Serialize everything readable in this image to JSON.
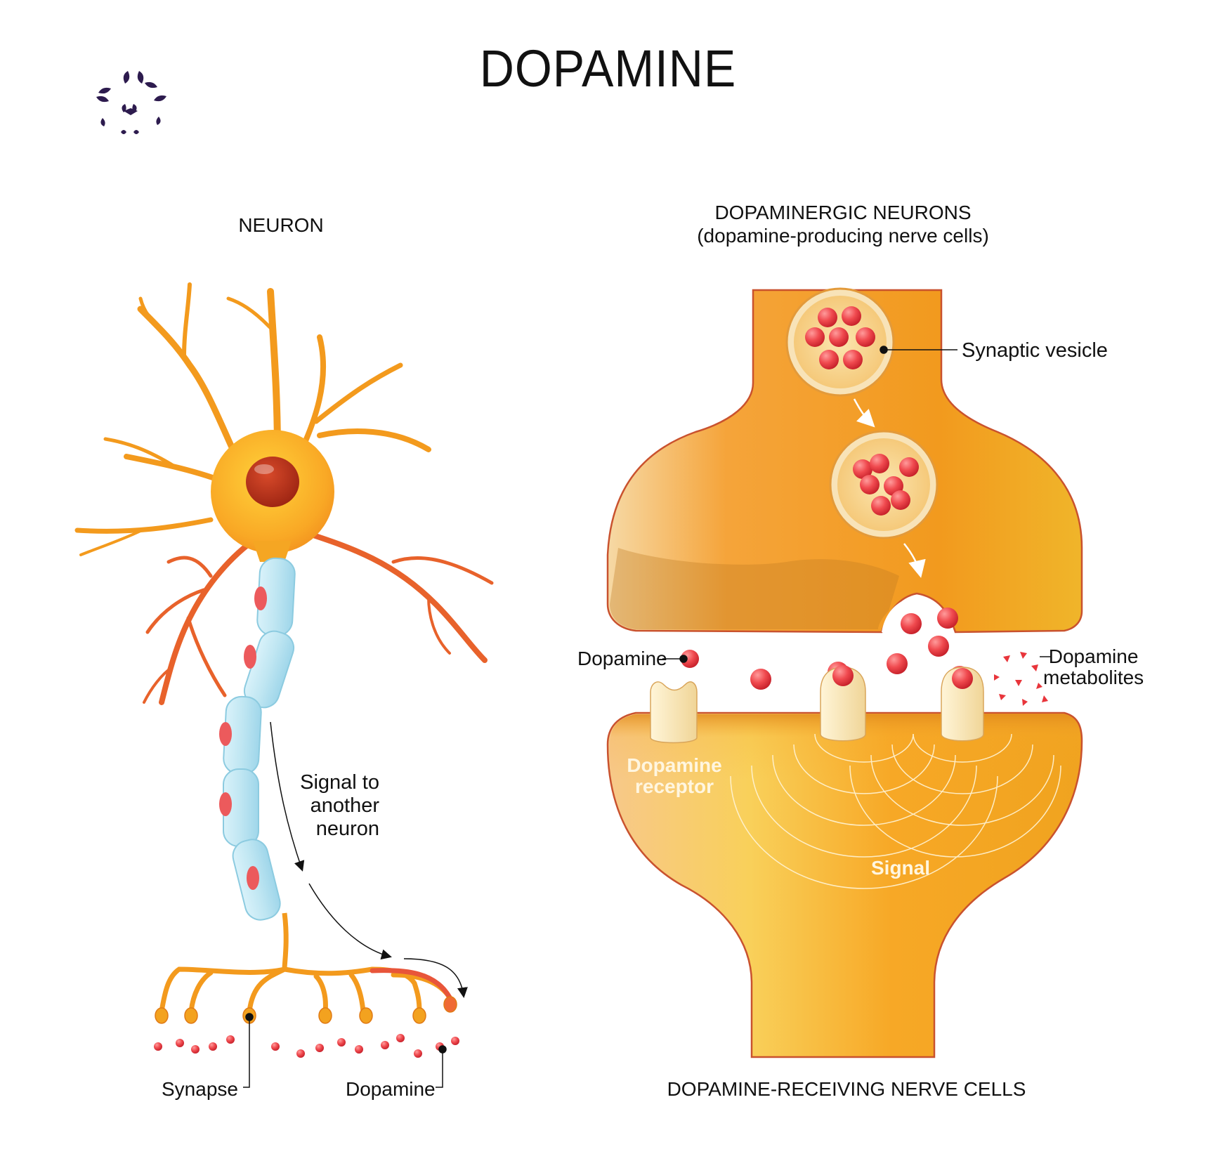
{
  "title": "DOPAMINE",
  "neuron": {
    "heading": "NEURON",
    "signal_label": "Signal to\nanother\nneuron",
    "synapse_label": "Synapse",
    "dopamine_label": "Dopamine"
  },
  "synapse": {
    "heading_line1": "DOPAMINERGIC NEURONS",
    "heading_line2": "(dopamine-producing nerve cells)",
    "vesicle_label": "Synaptic vesicle",
    "dopamine_label": "Dopamine",
    "metabolites_label": "Dopamine\nmetabolites",
    "receptor_label": "Dopamine\nreceptor",
    "signal_label": "Signal",
    "bottom_heading": "DOPAMINE-RECEIVING NERVE CELLS"
  },
  "logo": {
    "icon": "flower-logo-icon"
  },
  "colors": {
    "neuron_orange": "#f5a623",
    "nucleus": "#b5301a",
    "myelin": "#bfe6f2",
    "dopamine_red": "#e8353b",
    "terminal_orange": "#f3a21f",
    "receptor_cream": "#f7e3b3"
  }
}
